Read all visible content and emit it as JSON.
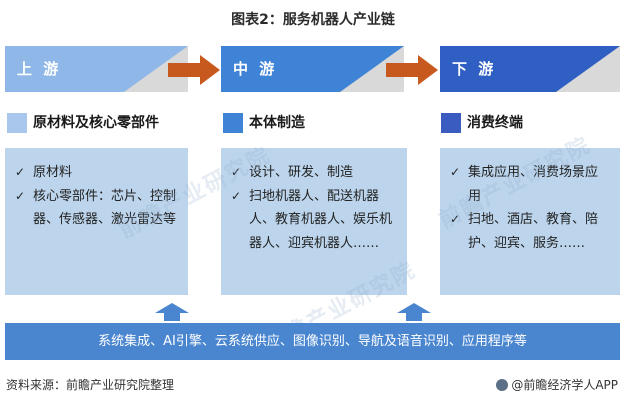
{
  "title": "图表2：服务机器人产业链",
  "stages": [
    {
      "label": "上 游",
      "color": "#8fb8e8"
    },
    {
      "label": "中 游",
      "color": "#3f83d6"
    },
    {
      "label": "下 游",
      "color": "#2f5fc2"
    }
  ],
  "categories": [
    {
      "label": "原材料及核心零部件",
      "color": "#a9c7ec"
    },
    {
      "label": "本体制造",
      "color": "#3f83d6"
    },
    {
      "label": "消费终端",
      "color": "#3a5cc0"
    }
  ],
  "boxes": [
    {
      "items": [
        "原材料",
        "核心零部件：芯片、控制器、传感器、激光雷达等"
      ]
    },
    {
      "items": [
        "设计、研发、制造",
        "扫地机器人、配送机器人、教育机器人、娱乐机器人、迎宾机器人……"
      ]
    },
    {
      "items": [
        "集成应用、消费场景应用",
        "扫地、酒店、教育、陪护、迎宾、服务……"
      ]
    }
  ],
  "check_mark": "✓",
  "bottom_bar": "系统集成、AI引擎、云系统供应、图像识别、导航及语音识别、应用程序等",
  "source": "资料来源：前瞻产业研究院整理",
  "brand": "@前瞻经济学人APP",
  "watermark": "前瞻产业研究院",
  "colors": {
    "arrow": "#c8591e",
    "up_arrow": "#4a86cf",
    "box_bg": "#bcd5ec",
    "bottom_bar": "#4a86cf"
  }
}
